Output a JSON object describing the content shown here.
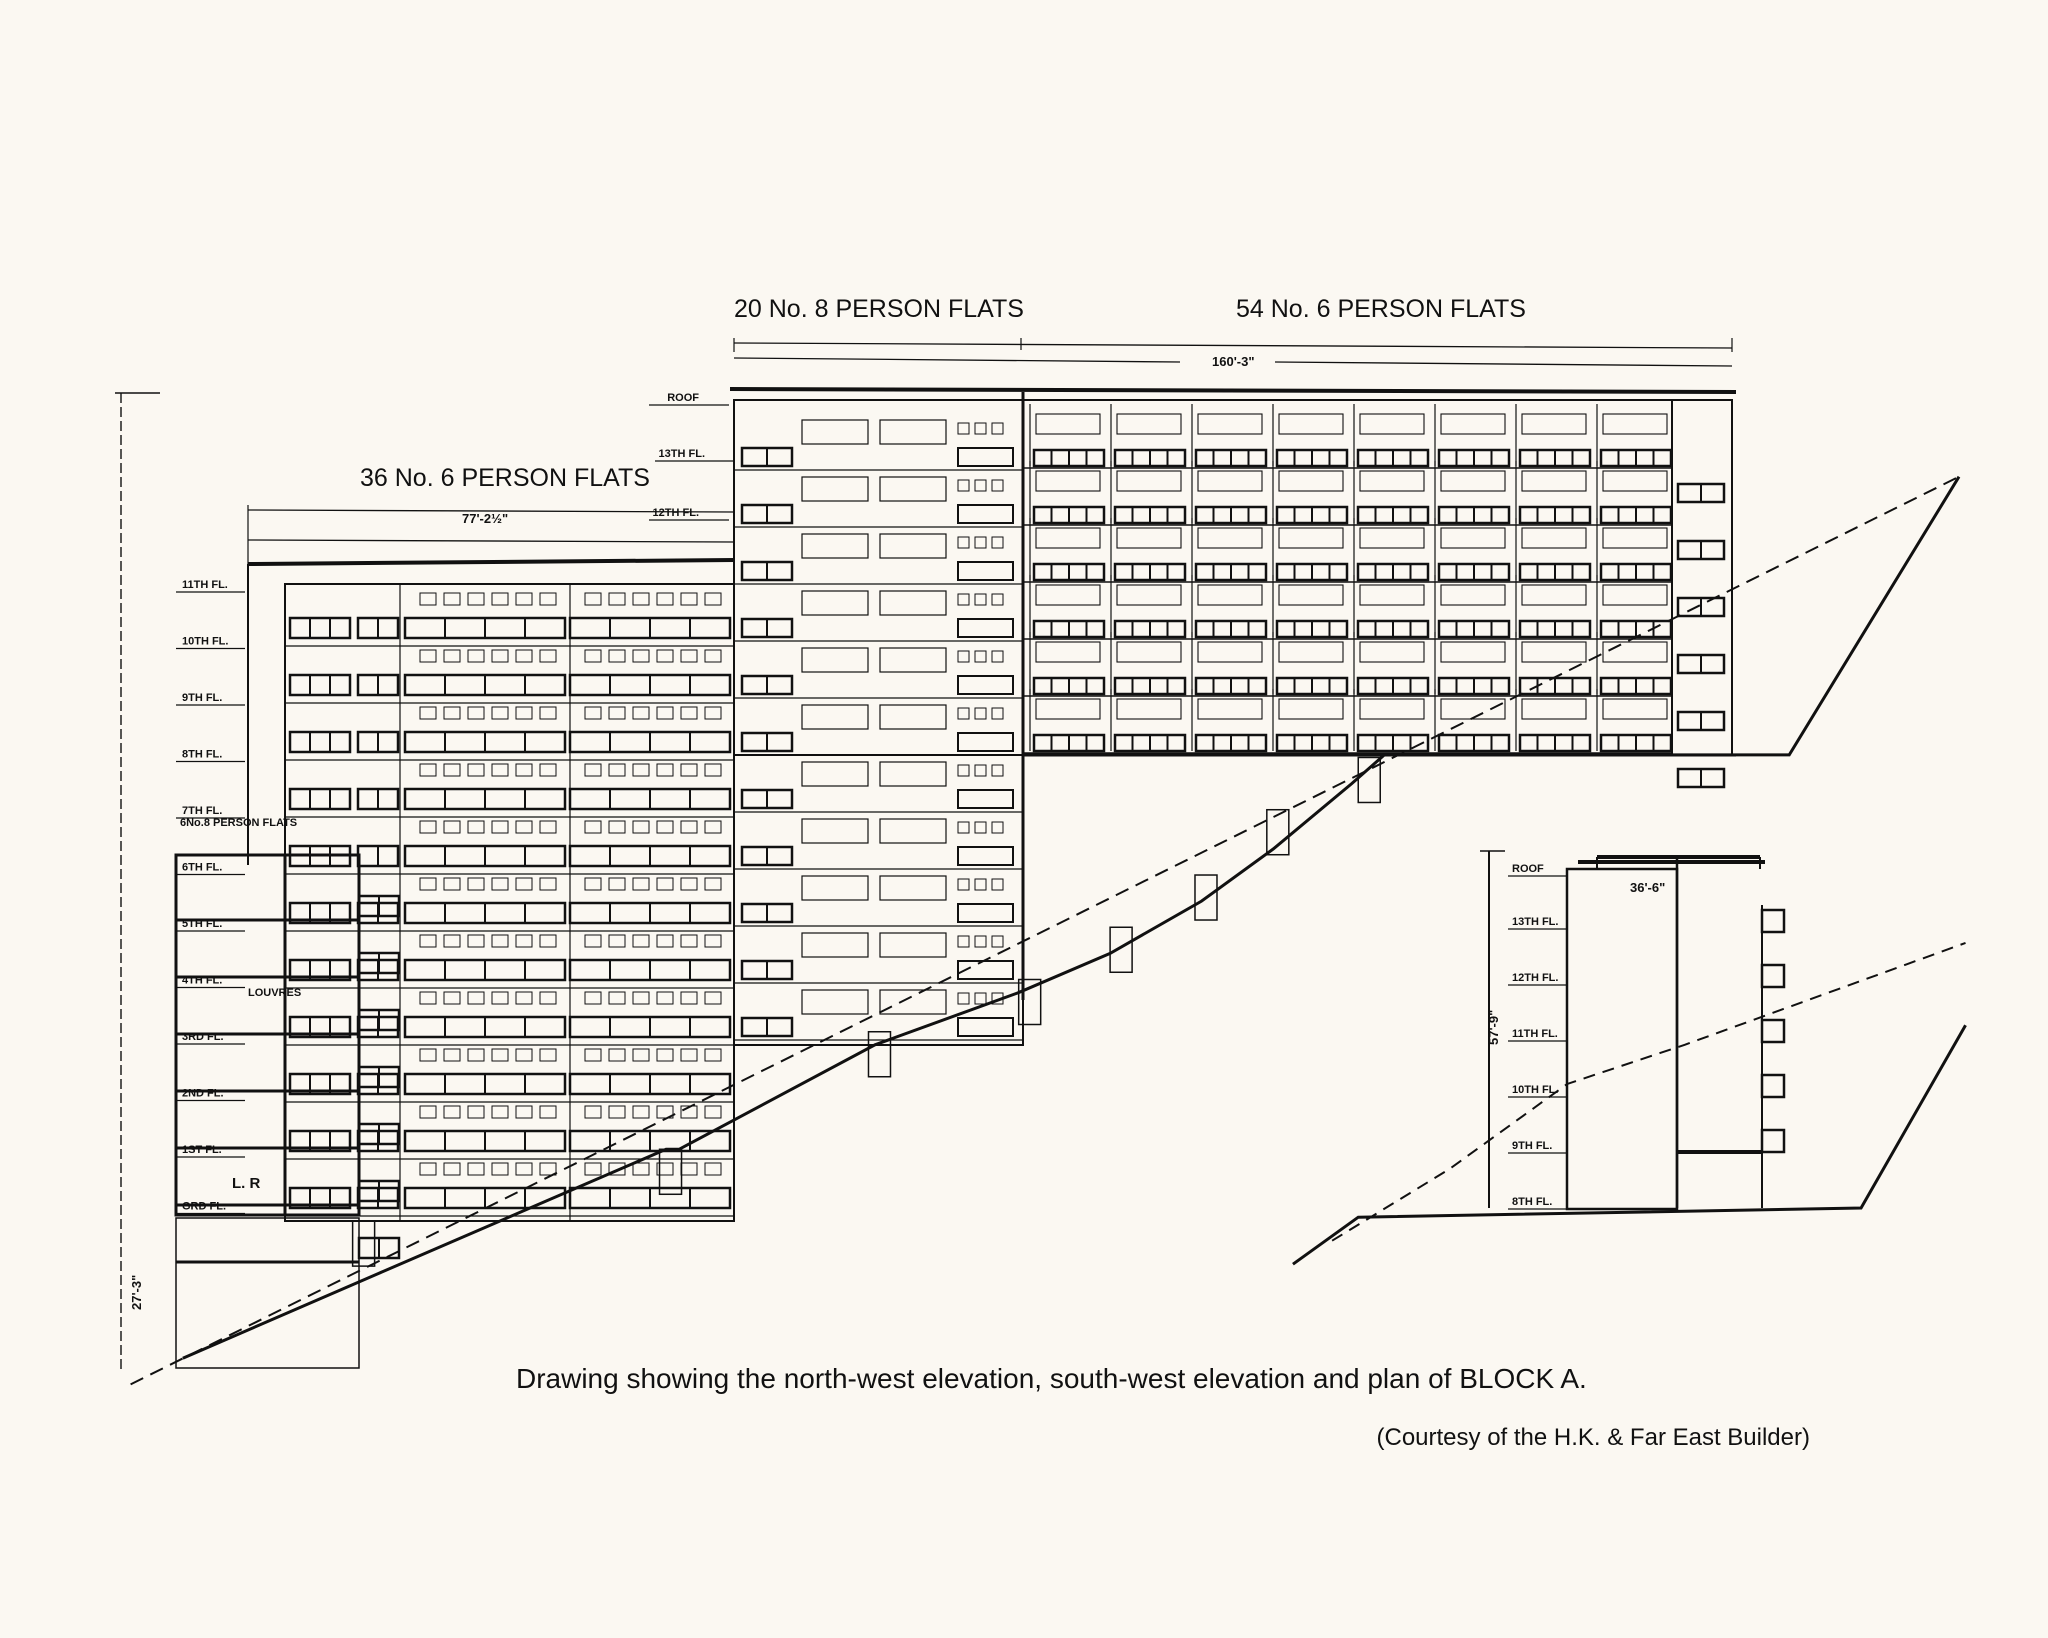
{
  "headings": {
    "eight_person": "20 No. 8 PERSON FLATS",
    "six_person_right": "54 No. 6 PERSON FLATS",
    "six_person_left": "36 No. 6 PERSON FLATS",
    "six_eight_person_low": "6No.8 PERSON  FLATS"
  },
  "dimensions": {
    "main_length": "160'-3\"",
    "left_length": "77'-2½\"",
    "section_width": "36'-6\"",
    "section_height": "57'-9\"",
    "base_height": "27'-3\""
  },
  "elevation_levels": [
    "ROOF",
    "13TH FL.",
    "12TH FL.",
    "11TH FL.",
    "10TH FL.",
    "9TH FL.",
    "8TH FL.",
    "7TH FL.",
    "6TH FL.",
    "5TH FL.",
    "4TH FL.",
    "3RD FL.",
    "2ND FL.",
    "1ST FL.",
    "GRD FL."
  ],
  "section_levels": [
    "ROOF",
    "13TH FL.",
    "12TH FL.",
    "11TH FL.",
    "10TH FL.",
    "9TH FL.",
    "8TH FL."
  ],
  "annotations": {
    "louvres": "LOUVRES",
    "lift_room": "L. R"
  },
  "caption": "Drawing showing the north-west elevation, south-west elevation and plan of BLOCK  A.",
  "courtesy": "(Courtesy of the H.K. & Far East Builder)",
  "colors": {
    "paper": "#fbf8f2",
    "ink": "#111111"
  }
}
